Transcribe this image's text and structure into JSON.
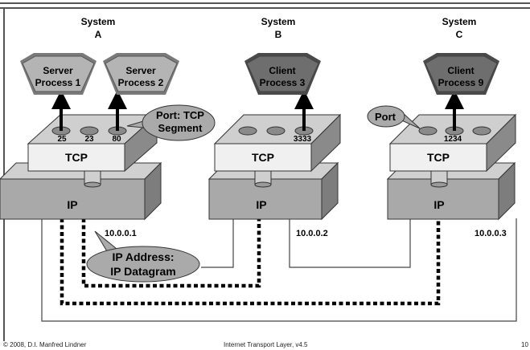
{
  "systems": [
    {
      "title_line1": "System",
      "title_line2": "A",
      "stack": {
        "tcp_label": "TCP",
        "ip_label": "IP"
      },
      "ip_address": "10.0.0.1",
      "ports": [
        "25",
        "23",
        "80"
      ],
      "processes": [
        {
          "line1": "Server",
          "line2": "Process 1"
        },
        {
          "line1": "Server",
          "line2": "Process 2"
        }
      ]
    },
    {
      "title_line1": "System",
      "title_line2": "B",
      "stack": {
        "tcp_label": "TCP",
        "ip_label": "IP"
      },
      "ip_address": "10.0.0.2",
      "ports": [
        "3333"
      ],
      "processes": [
        {
          "line1": "Client",
          "line2": "Process 3"
        }
      ]
    },
    {
      "title_line1": "System",
      "title_line2": "C",
      "stack": {
        "tcp_label": "TCP",
        "ip_label": "IP"
      },
      "ip_address": "10.0.0.3",
      "ports": [
        "1234"
      ],
      "processes": [
        {
          "line1": "Client",
          "line2": "Process 9"
        }
      ]
    }
  ],
  "callouts": {
    "port_segment": {
      "line1": "Port: TCP",
      "line2": "Segment"
    },
    "port": "Port",
    "ip_datagram": {
      "line1": "IP Address:",
      "line2": "IP Datagram"
    }
  },
  "footer": {
    "left": "© 2008, D.I. Manfred Lindner",
    "center": "Internet Transport Layer, v4.5",
    "right": "10"
  },
  "colors": {
    "server_process": "#b4b4b4",
    "client_process": "#6e6e6e",
    "tcp_box": "#f0f0f0",
    "ip_box": "#a9a9a9",
    "callout": "#aaaaaa"
  }
}
